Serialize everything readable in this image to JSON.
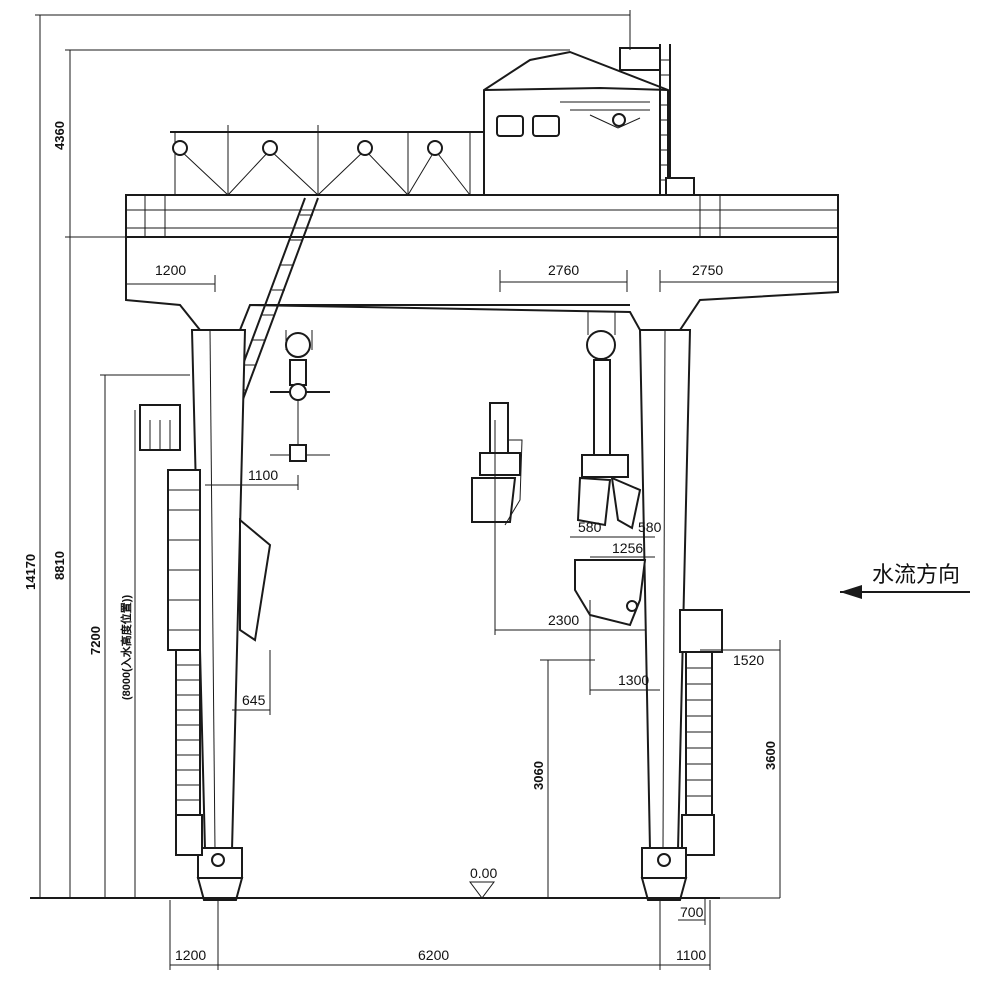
{
  "flow_direction_label": "水流方向",
  "level_mark": "0.00",
  "dimensions": {
    "left_top_rail": "1200",
    "trolley_gauge": "2760",
    "right_cantilever": "2750",
    "hook_offset": "1100",
    "grab_580_a": "580",
    "grab_580_b": "580",
    "grab_1256": "1256",
    "grab_2300": "2300",
    "dim_645": "645",
    "dim_1520": "1520",
    "dim_1300": "1300",
    "dim_700": "700",
    "bottom_left": "1200",
    "span": "6200",
    "bottom_right": "1100",
    "total_height": "14170",
    "height_4360": "4360",
    "height_8810": "8810",
    "height_7200": "7200",
    "vertical_note": "(8000(入水高度位置))",
    "height_3060": "3060",
    "height_3600": "3600"
  }
}
